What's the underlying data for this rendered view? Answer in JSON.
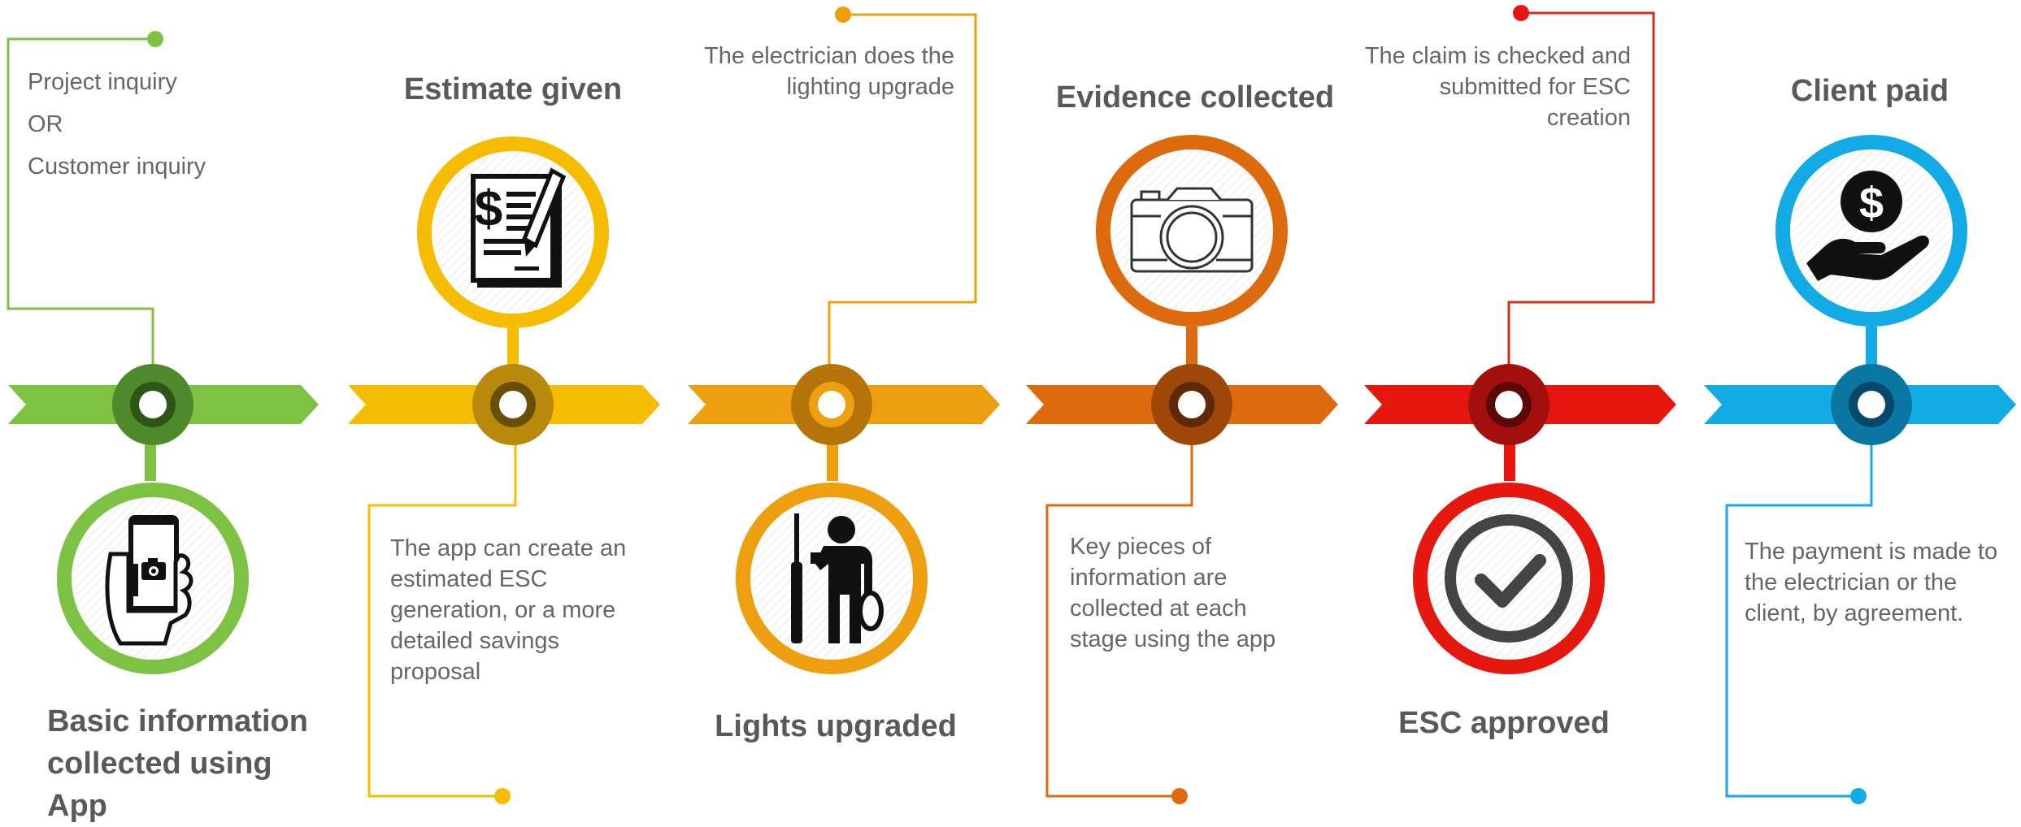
{
  "steps": [
    {
      "id": "inquiry",
      "color": "#7DC242",
      "dark": "#4E8A2B",
      "note_lines": [
        "Project inquiry",
        "OR",
        "Customer inquiry"
      ],
      "title": "Basic information collected using App",
      "title_lines": [
        "Basic information",
        "collected using",
        "App"
      ],
      "icon": "smartphone-camera-icon"
    },
    {
      "id": "estimate",
      "color": "#F5BC00",
      "dark": "#B8890A",
      "title": "Estimate given",
      "note_lines": [
        "The app can create an",
        "estimated ESC",
        "generation, or a more",
        "detailed savings",
        "proposal"
      ],
      "icon": "invoice-dollar-pen-icon"
    },
    {
      "id": "upgrade",
      "color": "#EE9F0F",
      "dark": "#B5730A",
      "note_lines": [
        "The electrician does the",
        "lighting upgrade"
      ],
      "title": "Lights upgraded",
      "icon": "electrician-tools-icon"
    },
    {
      "id": "evidence",
      "color": "#DD6B0D",
      "dark": "#9E4708",
      "title": "Evidence collected",
      "note_lines": [
        "Key pieces of",
        "information are",
        "collected at each",
        "stage using the app"
      ],
      "icon": "camera-icon"
    },
    {
      "id": "approval",
      "color": "#E5170F",
      "dark": "#A3100C",
      "note_lines": [
        "The claim is checked and",
        "submitted for ESC",
        "creation"
      ],
      "title": "ESC approved",
      "icon": "checkmark-circle-icon"
    },
    {
      "id": "payment",
      "color": "#12ABE6",
      "dark": "#0A77A3",
      "title": "Client paid",
      "note_lines": [
        "The payment is made to",
        "the electrician or the",
        "client, by agreement."
      ],
      "icon": "hand-dollar-coin-icon"
    }
  ]
}
